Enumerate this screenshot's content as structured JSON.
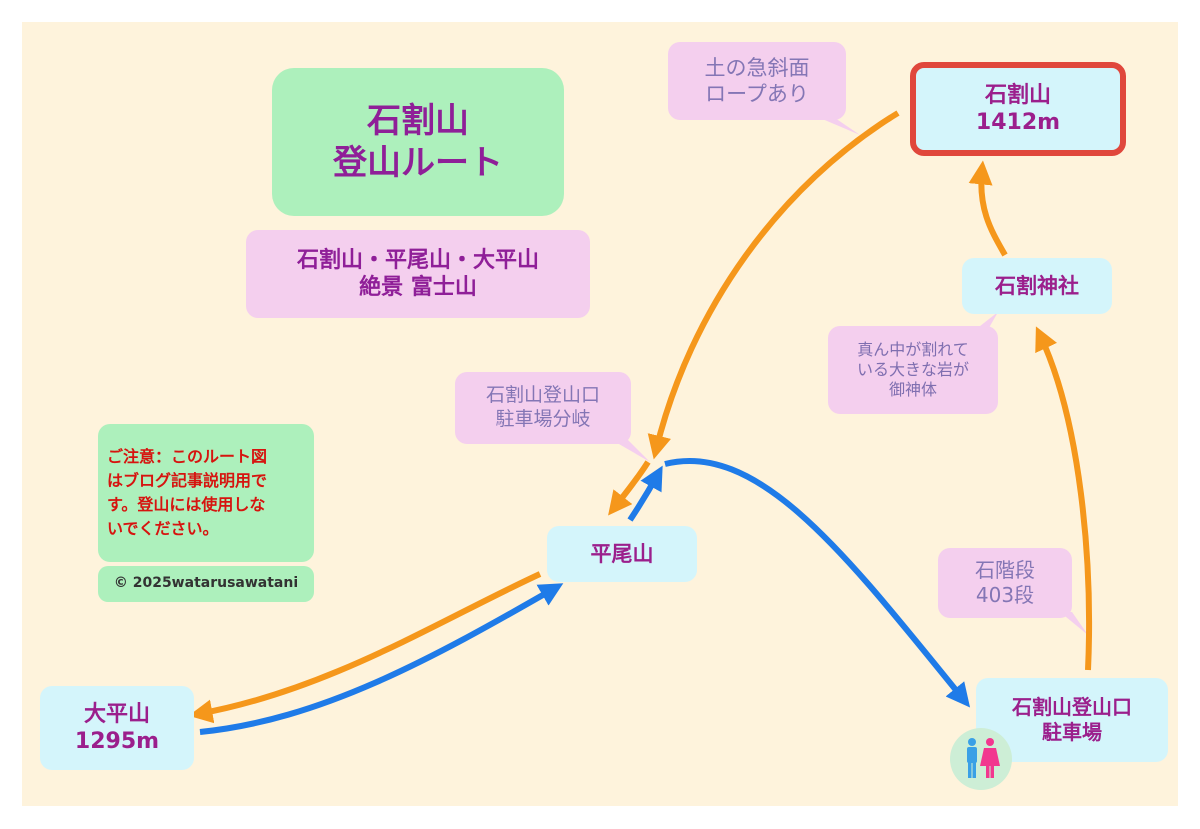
{
  "title": {
    "line1": "石割山",
    "line2": "登山ルート"
  },
  "subtitle": {
    "line1": "石割山・平尾山・大平山",
    "line2": "絶景 富士山"
  },
  "notice": {
    "lines": [
      "ご注意：このルート図",
      "はブログ記事説明用で",
      "す。登山には使用しな",
      "いでください。"
    ]
  },
  "copyright": "© 2025watarusawatani",
  "nodes": {
    "summit": {
      "name": "石割山",
      "elevation": "1412m"
    },
    "shrine": {
      "name": "石割神社"
    },
    "hirao": {
      "name": "平尾山"
    },
    "oohira": {
      "name": "大平山",
      "elevation": "1295m"
    },
    "trailhead": {
      "line1": "石割山登山口",
      "line2": "駐車場"
    }
  },
  "callouts": {
    "slope": {
      "line1": "土の急斜面",
      "line2": "ロープあり"
    },
    "rock": {
      "line1": "真ん中が割れて",
      "line2": "いる大きな岩が",
      "line3": "御神体"
    },
    "junction": {
      "line1": "石割山登山口",
      "line2": "駐車場分岐"
    },
    "stairs": {
      "line1": "石階段",
      "line2": "403段"
    }
  },
  "colors": {
    "route_orange": "#f5971b",
    "route_blue": "#1f7be8",
    "summit_border": "#e0473c"
  },
  "icons": [
    "restroom-icon"
  ]
}
